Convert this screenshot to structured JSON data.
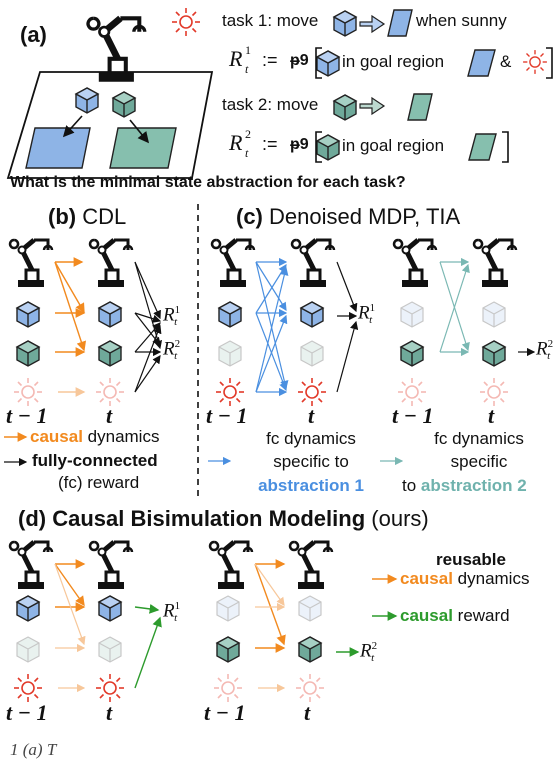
{
  "panel_a": {
    "label": "(a)",
    "task1_prefix": "task 1: move",
    "task1_suffix": "when sunny",
    "task2_prefix": "task 2: move",
    "r1_sym": "R",
    "r1_sup": "1",
    "r1_sub": "t",
    "r2_sym": "R",
    "r2_sup": "2",
    "r2_sub": "t",
    "assign": ":=",
    "indicator": "ᵽ9",
    "in_goal": "in goal region",
    "amp": "&",
    "question": "What is the minimal state abstraction for each task?"
  },
  "panel_b": {
    "label": "(b)",
    "title": "CDL",
    "t_prev": "t − 1",
    "t_cur": "t",
    "legend_causal_word": "causal",
    "legend_causal_rest": " dynamics",
    "legend_fc_1": "fully-connected",
    "legend_fc_2": "(fc) reward"
  },
  "panel_c": {
    "label": "(c)",
    "title": "Denoised MDP, TIA",
    "t_prev": "t − 1",
    "t_cur": "t",
    "legend_a1_1": "fc dynamics",
    "legend_a1_2": "specific to",
    "legend_a1_3": "abstraction 1",
    "legend_a2_1": "fc dynamics",
    "legend_a2_2": "specific",
    "legend_a2_3": "to",
    "legend_a2_4": "abstraction 2"
  },
  "panel_d": {
    "label": "(d)",
    "title": "Causal Bisimulation Modeling",
    "title_suffix": "(ours)",
    "t_prev": "t − 1",
    "t_cur": "t",
    "legend_reusable": "reusable",
    "legend_causal_word": "causal",
    "legend_dyn_rest": " dynamics",
    "legend_reward_word": "causal",
    "legend_reward_rest": " reward"
  },
  "caption_fragment": "1 (a) T"
}
